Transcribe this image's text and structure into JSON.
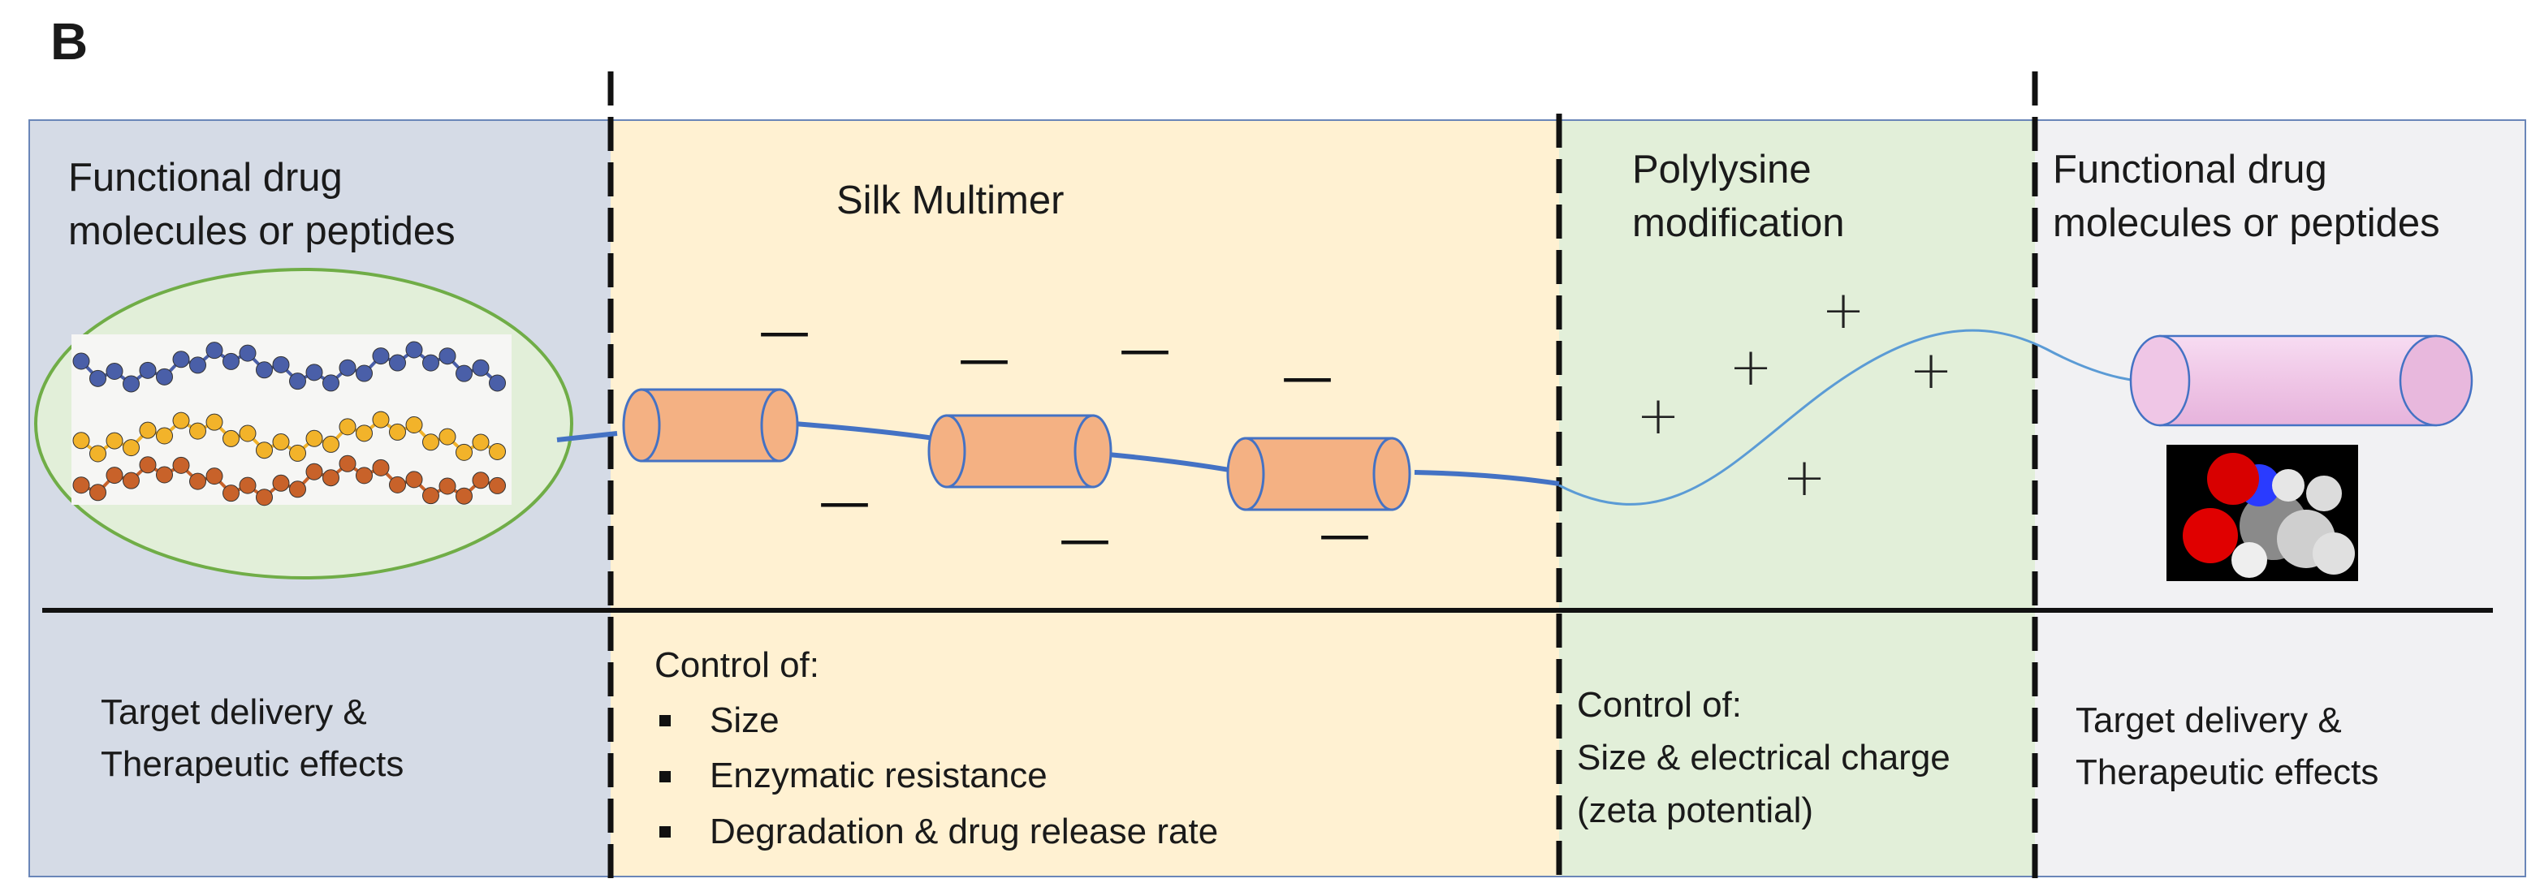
{
  "panel_label": "B",
  "sections": [
    {
      "id": "drug-left",
      "title_line1": "Functional drug",
      "title_line2": "molecules or peptides",
      "bottom_line1": "Target delivery &",
      "bottom_line2": "Therapeutic effects",
      "color": "#d5dbe6"
    },
    {
      "id": "silk",
      "title": "Silk Multimer",
      "bottom_heading": "Control of:",
      "bottom_items": [
        "Size",
        "Enzymatic resistance",
        "Degradation & drug release rate"
      ],
      "color": "#fff1d2"
    },
    {
      "id": "polylysine",
      "title_line1": "Polylysine",
      "title_line2": "modification",
      "bottom_heading": "Control of:",
      "bottom_line1": "Size & electrical charge",
      "bottom_line2": "(zeta potential)",
      "color": "#e2efd9"
    },
    {
      "id": "drug-right",
      "title_line1": "Functional drug",
      "title_line2": "molecules or peptides",
      "bottom_line1": "Target delivery &",
      "bottom_line2": "Therapeutic effects",
      "color": "#f1f1f3"
    }
  ],
  "charge_symbols": {
    "negative": "—",
    "positive": "+"
  },
  "colors": {
    "cylinder_fill": "#f4b183",
    "linker": "#4472c4",
    "polylysine_strand": "#5b9bd5",
    "ellipse_fill": "#e2efd9",
    "ellipse_stroke": "#70ad47",
    "pink_cylinder": "#f0c8e8",
    "peptide_blue": "#4a5fa8",
    "peptide_yellow": "#f2b32a",
    "peptide_orange": "#c8622a"
  },
  "icons": [
    "peptide-chains-image",
    "molecule-ball-model-image"
  ]
}
